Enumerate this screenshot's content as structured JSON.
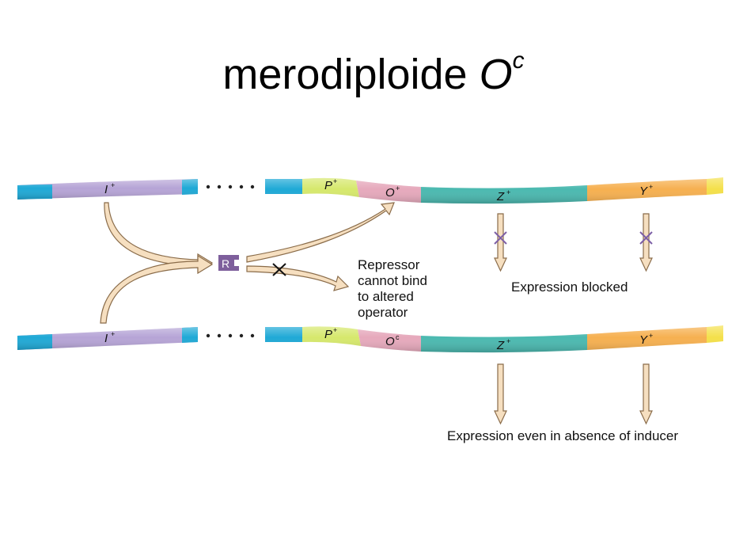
{
  "title": {
    "main": "merodiploide ",
    "o": "O",
    "sup": "c"
  },
  "genes": {
    "i_plus": "I",
    "p_plus": "P",
    "o_plus": "O",
    "o_c": "O",
    "z_plus": "Z",
    "y_plus": "Y",
    "plus_sup": "+",
    "c_sup": "c"
  },
  "repressor": "R",
  "annotation": [
    "Repressor",
    "cannot bind",
    "to altered",
    "operator"
  ],
  "expression_blocked": "Expression blocked",
  "expression_even": "Expression even in absence of inducer",
  "colors": {
    "end_blue": "#1fa9d6",
    "i_gene": "#b6a4d6",
    "p_gene": "#d6e86c",
    "o_gene": "#e6a9bc",
    "z_gene": "#4bb9b0",
    "y_gene": "#f6b050",
    "repressor": "#7e5f9c",
    "arrow_fill": "#f6dfc0",
    "arrow_stroke": "#8a6c4a",
    "x_mark": "#7d5fa6"
  }
}
